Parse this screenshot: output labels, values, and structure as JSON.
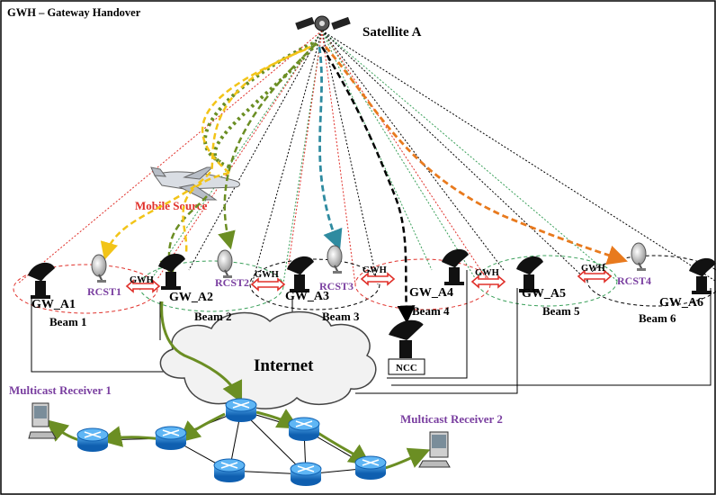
{
  "title": "GWH – Gateway Handover",
  "satellite": {
    "label": "Satellite A"
  },
  "mobile_source": {
    "label": "Mobile Source"
  },
  "internet": {
    "label": "Internet"
  },
  "ncc": {
    "label": "NCC"
  },
  "gateways": [
    "GW_A1",
    "GW_A2",
    "GW_A3",
    "GW_A4",
    "GW_A5",
    "GW_A6"
  ],
  "beams": [
    "Beam 1",
    "Beam 2",
    "Beam 3",
    "Beam 4",
    "Beam 5",
    "Beam 6"
  ],
  "terminals": [
    "RCST1",
    "RCST2",
    "RCST3",
    "RCST4"
  ],
  "gwh_label": "GWH",
  "receivers": [
    "Multicast Receiver 1",
    "Multicast Receiver 2"
  ],
  "colors": {
    "red": "#e0302a",
    "green": "#3aa05a",
    "purple": "#7a3fa0",
    "olive": "#6b8e23",
    "yellow": "#f2c418",
    "orange": "#e87a1e",
    "teal": "#2f8ba0",
    "router": "#1e7fd4"
  }
}
